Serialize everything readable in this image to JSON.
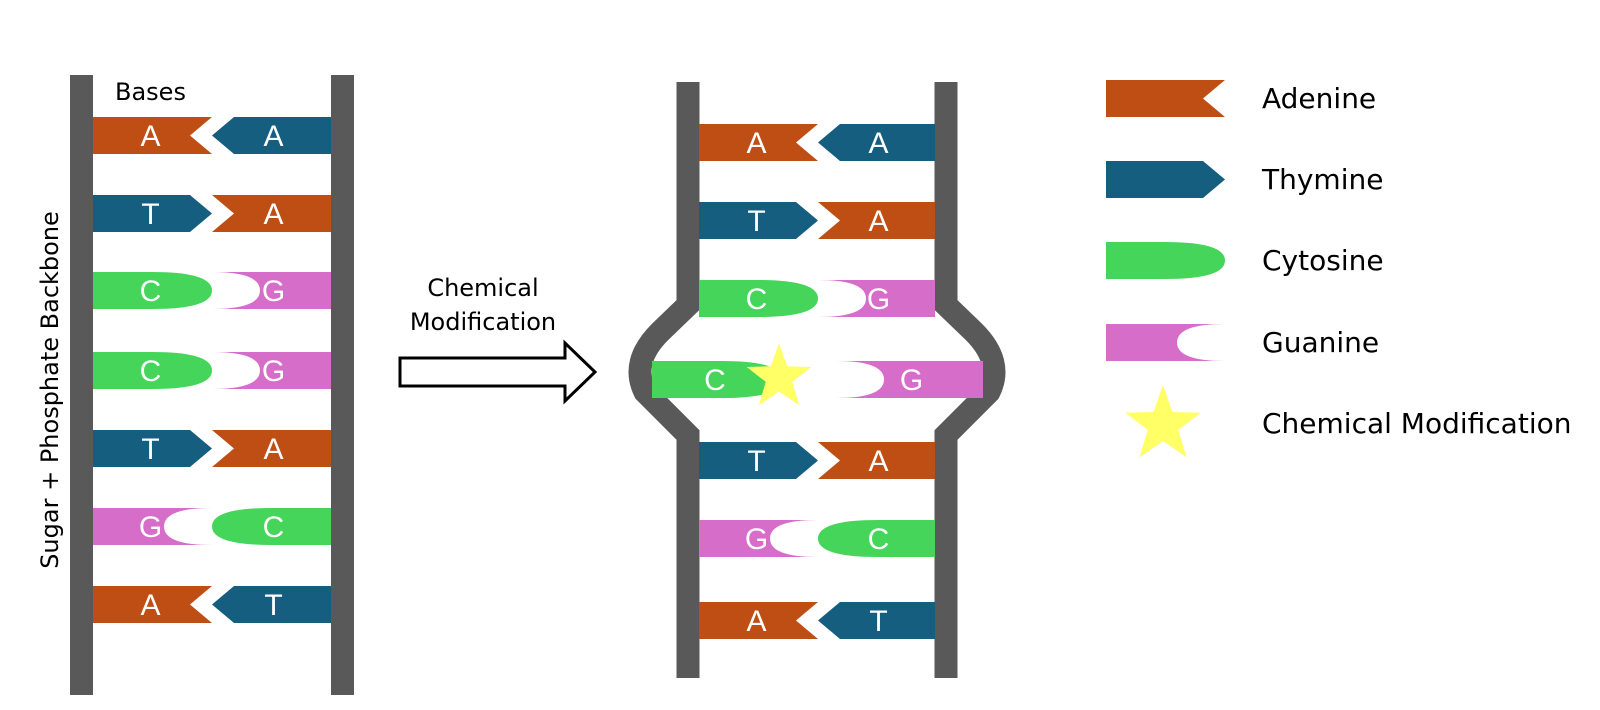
{
  "colors": {
    "adenine": "#BF4E14",
    "thymine": "#155E80",
    "cytosine": "#45D55A",
    "guanine": "#D66DC8",
    "modification": "#FFFF66",
    "backbone": "#595959"
  },
  "left_strand": {
    "bases_label": "Bases",
    "backbone_label": "Sugar + Phosphate Backbone",
    "pairs": [
      {
        "left": "A",
        "right": "A",
        "left_type": "adenine",
        "right_type": "thymine"
      },
      {
        "left": "T",
        "right": "A",
        "left_type": "thymine",
        "right_type": "adenine"
      },
      {
        "left": "C",
        "right": "G",
        "left_type": "cytosine",
        "right_type": "guanine"
      },
      {
        "left": "C",
        "right": "G",
        "left_type": "cytosine",
        "right_type": "guanine"
      },
      {
        "left": "T",
        "right": "A",
        "left_type": "thymine",
        "right_type": "adenine"
      },
      {
        "left": "G",
        "right": "C",
        "left_type": "guanine",
        "right_type": "cytosine"
      },
      {
        "left": "A",
        "right": "T",
        "left_type": "adenine",
        "right_type": "thymine"
      }
    ]
  },
  "arrow": {
    "label_line1": "Chemical",
    "label_line2": "Modification"
  },
  "right_strand": {
    "pairs": [
      {
        "left": "A",
        "right": "A",
        "left_type": "adenine",
        "right_type": "thymine"
      },
      {
        "left": "T",
        "right": "A",
        "left_type": "thymine",
        "right_type": "adenine"
      },
      {
        "left": "C",
        "right": "G",
        "left_type": "cytosine",
        "right_type": "guanine"
      },
      {
        "left": "C",
        "right": "G",
        "left_type": "cytosine",
        "right_type": "guanine",
        "modified": true
      },
      {
        "left": "T",
        "right": "A",
        "left_type": "thymine",
        "right_type": "adenine"
      },
      {
        "left": "G",
        "right": "C",
        "left_type": "guanine",
        "right_type": "cytosine"
      },
      {
        "left": "A",
        "right": "T",
        "left_type": "adenine",
        "right_type": "thymine"
      }
    ]
  },
  "legend": [
    {
      "type": "adenine",
      "label": "Adenine"
    },
    {
      "type": "thymine",
      "label": "Thymine"
    },
    {
      "type": "cytosine",
      "label": "Cytosine"
    },
    {
      "type": "guanine",
      "label": "Guanine"
    },
    {
      "type": "modification",
      "label": "Chemical Modification"
    }
  ]
}
